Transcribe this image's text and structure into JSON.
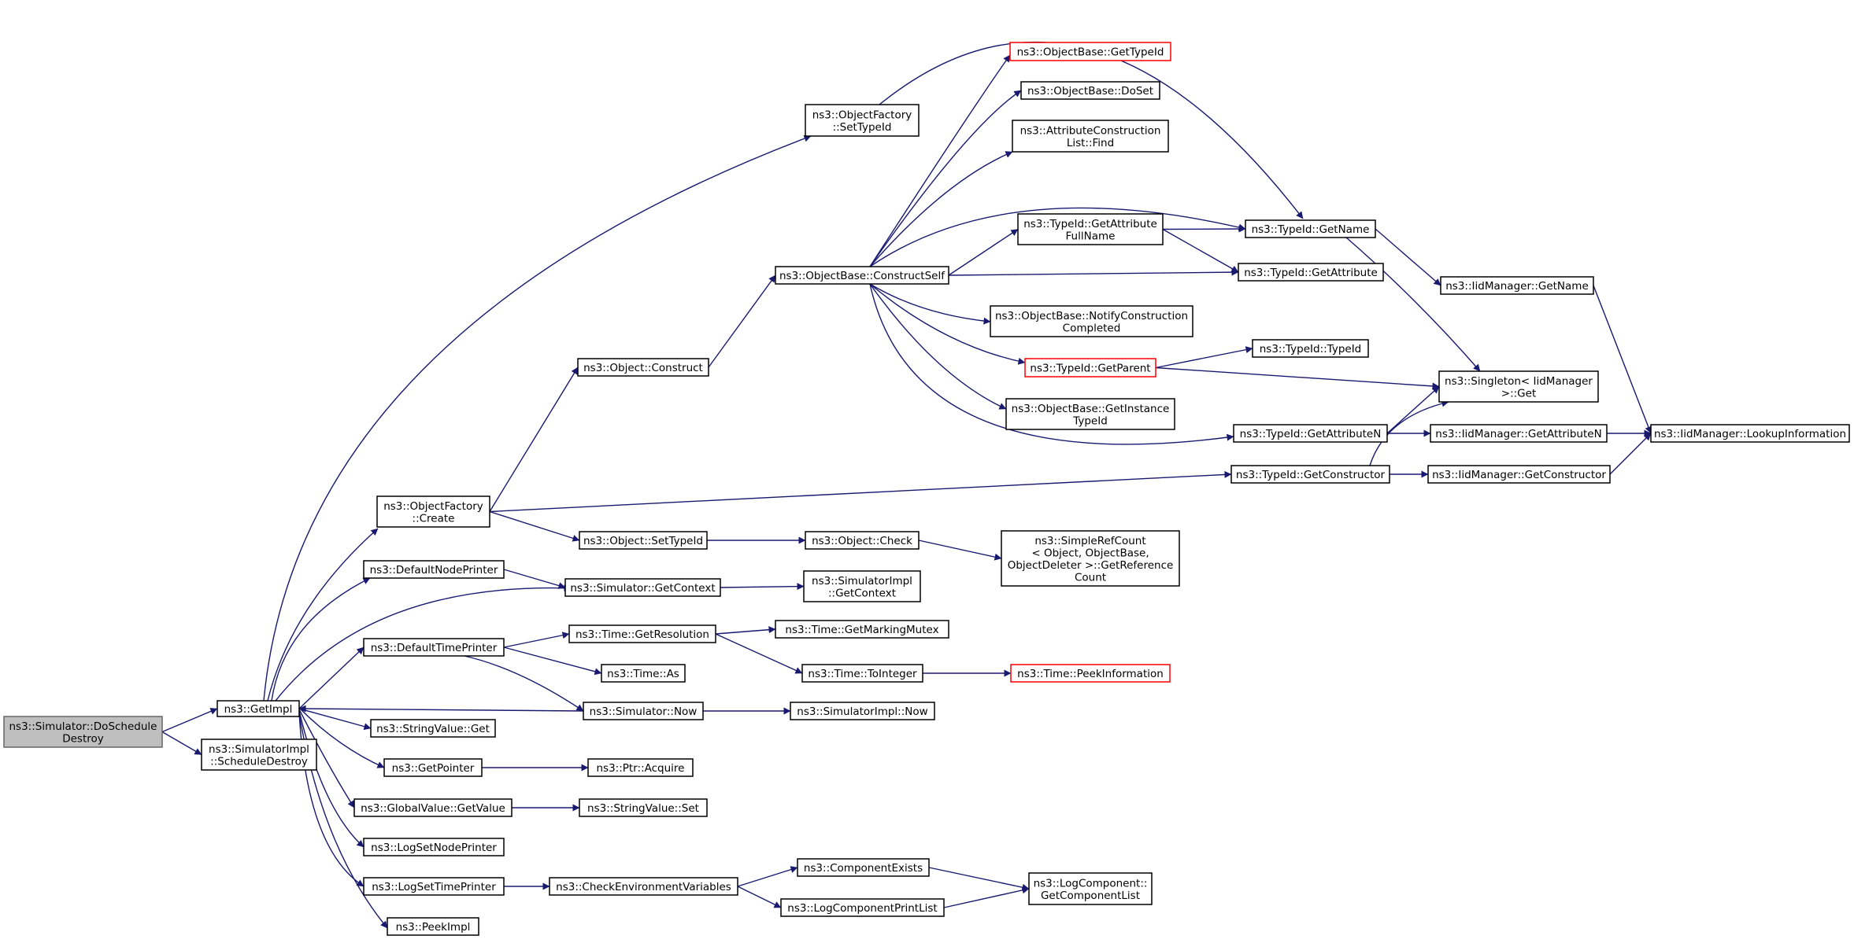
{
  "graph": {
    "edge_color": "#191970",
    "root_fill": "#bfbfbf",
    "truncated_border_color": "#ff0000",
    "nodes": [
      {
        "id": "root",
        "lines": [
          "ns3::Simulator::DoSchedule",
          "Destroy"
        ],
        "style": "root"
      },
      {
        "id": "getimpl",
        "lines": [
          "ns3::GetImpl"
        ]
      },
      {
        "id": "simimpl_scheddestroy",
        "lines": [
          "ns3::SimulatorImpl",
          "::ScheduleDestroy"
        ]
      },
      {
        "id": "objfactory_settypeid",
        "lines": [
          "ns3::ObjectFactory",
          "::SetTypeId"
        ]
      },
      {
        "id": "objfactory_create",
        "lines": [
          "ns3::ObjectFactory",
          "::Create"
        ]
      },
      {
        "id": "defaultnodeprinter",
        "lines": [
          "ns3::DefaultNodePrinter"
        ]
      },
      {
        "id": "defaulttimeprinter",
        "lines": [
          "ns3::DefaultTimePrinter"
        ]
      },
      {
        "id": "stringvalue_get",
        "lines": [
          "ns3::StringValue::Get"
        ]
      },
      {
        "id": "getpointer",
        "lines": [
          "ns3::GetPointer"
        ]
      },
      {
        "id": "globalvalue_getvalue",
        "lines": [
          "ns3::GlobalValue::GetValue"
        ]
      },
      {
        "id": "logsetnodeprinter",
        "lines": [
          "ns3::LogSetNodePrinter"
        ]
      },
      {
        "id": "logsettimeprinter",
        "lines": [
          "ns3::LogSetTimePrinter"
        ]
      },
      {
        "id": "peekimpl",
        "lines": [
          "ns3::PeekImpl"
        ]
      },
      {
        "id": "object_construct",
        "lines": [
          "ns3::Object::Construct"
        ]
      },
      {
        "id": "object_settypeid",
        "lines": [
          "ns3::Object::SetTypeId"
        ]
      },
      {
        "id": "simulator_getcontext",
        "lines": [
          "ns3::Simulator::GetContext"
        ]
      },
      {
        "id": "time_getresolution",
        "lines": [
          "ns3::Time::GetResolution"
        ]
      },
      {
        "id": "time_as",
        "lines": [
          "ns3::Time::As"
        ]
      },
      {
        "id": "simulator_now",
        "lines": [
          "ns3::Simulator::Now"
        ]
      },
      {
        "id": "ptr_acquire",
        "lines": [
          "ns3::Ptr::Acquire"
        ]
      },
      {
        "id": "stringvalue_set",
        "lines": [
          "ns3::StringValue::Set"
        ]
      },
      {
        "id": "checkenvvars",
        "lines": [
          "ns3::CheckEnvironmentVariables"
        ]
      },
      {
        "id": "objectbase_constructself",
        "lines": [
          "ns3::ObjectBase::ConstructSelf"
        ]
      },
      {
        "id": "object_check",
        "lines": [
          "ns3::Object::Check"
        ]
      },
      {
        "id": "simimpl_getcontext",
        "lines": [
          "ns3::SimulatorImpl",
          "::GetContext"
        ]
      },
      {
        "id": "time_getmarkingmutex",
        "lines": [
          "ns3::Time::GetMarkingMutex"
        ]
      },
      {
        "id": "time_tointeger",
        "lines": [
          "ns3::Time::ToInteger"
        ]
      },
      {
        "id": "simimpl_now",
        "lines": [
          "ns3::SimulatorImpl::Now"
        ]
      },
      {
        "id": "componentexists",
        "lines": [
          "ns3::ComponentExists"
        ]
      },
      {
        "id": "logcomponentprintlist",
        "lines": [
          "ns3::LogComponentPrintList"
        ]
      },
      {
        "id": "objectbase_gettypeid",
        "lines": [
          "ns3::ObjectBase::GetTypeId"
        ],
        "style": "red"
      },
      {
        "id": "objectbase_doset",
        "lines": [
          "ns3::ObjectBase::DoSet"
        ]
      },
      {
        "id": "attrconstructionlist_find",
        "lines": [
          "ns3::AttributeConstruction",
          "List::Find"
        ]
      },
      {
        "id": "typeid_getattributefullname",
        "lines": [
          "ns3::TypeId::GetAttribute",
          "FullName"
        ]
      },
      {
        "id": "objectbase_notifyconstructioncompleted",
        "lines": [
          "ns3::ObjectBase::NotifyConstruction",
          "Completed"
        ]
      },
      {
        "id": "typeid_getparent",
        "lines": [
          "ns3::TypeId::GetParent"
        ],
        "style": "red"
      },
      {
        "id": "objectbase_getinstancetypeid",
        "lines": [
          "ns3::ObjectBase::GetInstance",
          "TypeId"
        ]
      },
      {
        "id": "simplerefcount_getreferencecount",
        "lines": [
          "ns3::SimpleRefCount",
          "< Object, ObjectBase,",
          "ObjectDeleter >::GetReference",
          "Count"
        ]
      },
      {
        "id": "time_peekinformation",
        "lines": [
          "ns3::Time::PeekInformation"
        ],
        "style": "red"
      },
      {
        "id": "logcomponent_getcomponentlist",
        "lines": [
          "ns3::LogComponent::",
          "GetComponentList"
        ]
      },
      {
        "id": "typeid_getname",
        "lines": [
          "ns3::TypeId::GetName"
        ]
      },
      {
        "id": "typeid_getattribute",
        "lines": [
          "ns3::TypeId::GetAttribute"
        ]
      },
      {
        "id": "typeid_typeid",
        "lines": [
          "ns3::TypeId::TypeId"
        ]
      },
      {
        "id": "typeid_getattributen",
        "lines": [
          "ns3::TypeId::GetAttributeN"
        ]
      },
      {
        "id": "typeid_getconstructor",
        "lines": [
          "ns3::TypeId::GetConstructor"
        ]
      },
      {
        "id": "iidmanager_getname",
        "lines": [
          "ns3::IidManager::GetName"
        ]
      },
      {
        "id": "singleton_get",
        "lines": [
          "ns3::Singleton< IidManager",
          ">::Get"
        ]
      },
      {
        "id": "iidmanager_getattributen",
        "lines": [
          "ns3::IidManager::GetAttributeN"
        ]
      },
      {
        "id": "iidmanager_getconstructor",
        "lines": [
          "ns3::IidManager::GetConstructor"
        ]
      },
      {
        "id": "iidmanager_lookupinformation",
        "lines": [
          "ns3::IidManager::LookupInformation"
        ]
      }
    ],
    "edges": [
      [
        "root",
        "getimpl"
      ],
      [
        "root",
        "simimpl_scheddestroy"
      ],
      [
        "getimpl",
        "objfactory_settypeid"
      ],
      [
        "getimpl",
        "objfactory_create"
      ],
      [
        "getimpl",
        "defaultnodeprinter"
      ],
      [
        "getimpl",
        "simulator_getcontext"
      ],
      [
        "getimpl",
        "defaulttimeprinter"
      ],
      [
        "getimpl",
        "stringvalue_get"
      ],
      [
        "getimpl",
        "getpointer"
      ],
      [
        "getimpl",
        "globalvalue_getvalue"
      ],
      [
        "getimpl",
        "logsetnodeprinter"
      ],
      [
        "getimpl",
        "logsettimeprinter"
      ],
      [
        "getimpl",
        "peekimpl"
      ],
      [
        "objfactory_settypeid",
        "typeid_getname"
      ],
      [
        "objfactory_create",
        "object_construct"
      ],
      [
        "objfactory_create",
        "object_settypeid"
      ],
      [
        "objfactory_create",
        "typeid_getconstructor"
      ],
      [
        "defaultnodeprinter",
        "simulator_getcontext"
      ],
      [
        "defaulttimeprinter",
        "time_getresolution"
      ],
      [
        "defaulttimeprinter",
        "time_as"
      ],
      [
        "defaulttimeprinter",
        "simulator_now"
      ],
      [
        "simulator_now",
        "getimpl"
      ],
      [
        "simulator_now",
        "simimpl_now"
      ],
      [
        "getpointer",
        "ptr_acquire"
      ],
      [
        "globalvalue_getvalue",
        "stringvalue_set"
      ],
      [
        "logsettimeprinter",
        "checkenvvars"
      ],
      [
        "object_construct",
        "objectbase_constructself"
      ],
      [
        "object_settypeid",
        "object_check"
      ],
      [
        "simulator_getcontext",
        "simimpl_getcontext"
      ],
      [
        "time_getresolution",
        "time_getmarkingmutex"
      ],
      [
        "time_getresolution",
        "time_tointeger"
      ],
      [
        "time_tointeger",
        "time_peekinformation"
      ],
      [
        "checkenvvars",
        "componentexists"
      ],
      [
        "checkenvvars",
        "logcomponentprintlist"
      ],
      [
        "componentexists",
        "logcomponent_getcomponentlist"
      ],
      [
        "logcomponentprintlist",
        "logcomponent_getcomponentlist"
      ],
      [
        "object_check",
        "simplerefcount_getreferencecount"
      ],
      [
        "objectbase_constructself",
        "objectbase_gettypeid"
      ],
      [
        "objectbase_constructself",
        "objectbase_doset"
      ],
      [
        "objectbase_constructself",
        "attrconstructionlist_find"
      ],
      [
        "objectbase_constructself",
        "typeid_getname"
      ],
      [
        "objectbase_constructself",
        "typeid_getattributefullname"
      ],
      [
        "objectbase_constructself",
        "typeid_getattribute"
      ],
      [
        "objectbase_constructself",
        "objectbase_notifyconstructioncompleted"
      ],
      [
        "objectbase_constructself",
        "typeid_getparent"
      ],
      [
        "objectbase_constructself",
        "objectbase_getinstancetypeid"
      ],
      [
        "objectbase_constructself",
        "typeid_getattributen"
      ],
      [
        "typeid_getattributefullname",
        "typeid_getname"
      ],
      [
        "typeid_getattributefullname",
        "typeid_getattribute"
      ],
      [
        "typeid_getname",
        "iidmanager_getname"
      ],
      [
        "typeid_getname",
        "singleton_get"
      ],
      [
        "typeid_getparent",
        "typeid_typeid"
      ],
      [
        "typeid_getparent",
        "singleton_get"
      ],
      [
        "typeid_getattributen",
        "singleton_get"
      ],
      [
        "typeid_getattributen",
        "iidmanager_getattributen"
      ],
      [
        "typeid_getconstructor",
        "singleton_get"
      ],
      [
        "typeid_getconstructor",
        "iidmanager_getconstructor"
      ],
      [
        "iidmanager_getname",
        "iidmanager_lookupinformation"
      ],
      [
        "iidmanager_getattributen",
        "iidmanager_lookupinformation"
      ],
      [
        "iidmanager_getconstructor",
        "iidmanager_lookupinformation"
      ]
    ]
  }
}
